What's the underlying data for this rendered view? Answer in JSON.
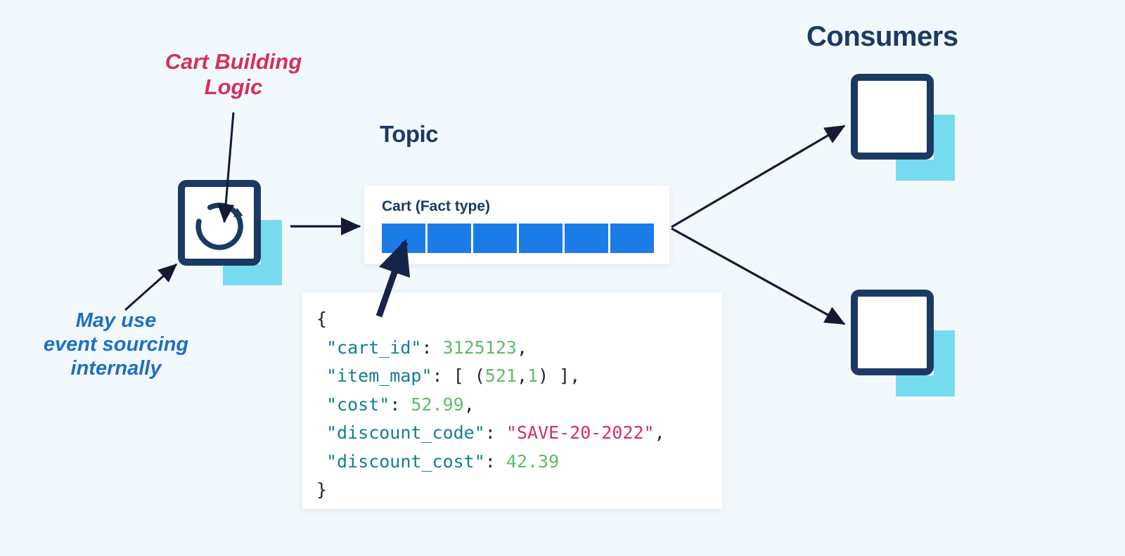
{
  "page": {
    "background_color": "#f2f9fd",
    "navy": "#1b3a63",
    "cyan_shadow": "#77dbf0",
    "partition_blue": "#1b7ce8",
    "crimson": "#d6305c",
    "blue_text": "#1f6fc4"
  },
  "labels": {
    "consumers_title": "Consumers",
    "topic_title": "Topic",
    "cart_logic_callout": "Cart Building\nLogic",
    "event_sourcing_callout": "May use\nevent sourcing\ninternally"
  },
  "producer": {
    "name": "cart-building-logic-service",
    "icon": "circular-arrow-icon"
  },
  "topic": {
    "card_label": "Cart (Fact type)",
    "partition_count": 6,
    "segments": [
      "",
      "",
      "",
      "",
      "",
      ""
    ]
  },
  "consumers": [
    {
      "name": "consumer-1"
    },
    {
      "name": "consumer-2"
    }
  ],
  "record": {
    "lines": [
      {
        "indent": 0,
        "tokens": [
          {
            "t": "{",
            "c": "punc"
          }
        ]
      },
      {
        "indent": 1,
        "tokens": [
          {
            "t": "\"cart_id\"",
            "c": "key"
          },
          {
            "t": ": ",
            "c": "punc"
          },
          {
            "t": "3125123",
            "c": "num"
          },
          {
            "t": ",",
            "c": "punc"
          }
        ]
      },
      {
        "indent": 1,
        "tokens": [
          {
            "t": "\"item_map\"",
            "c": "key"
          },
          {
            "t": ": [ (",
            "c": "punc"
          },
          {
            "t": "521",
            "c": "num"
          },
          {
            "t": ",",
            "c": "punc"
          },
          {
            "t": "1",
            "c": "num"
          },
          {
            "t": ") ],",
            "c": "punc"
          }
        ]
      },
      {
        "indent": 1,
        "tokens": [
          {
            "t": "\"cost\"",
            "c": "key"
          },
          {
            "t": ": ",
            "c": "punc"
          },
          {
            "t": "52.99",
            "c": "num"
          },
          {
            "t": ",",
            "c": "punc"
          }
        ]
      },
      {
        "indent": 1,
        "tokens": [
          {
            "t": "\"discount_code\"",
            "c": "key"
          },
          {
            "t": ": ",
            "c": "punc"
          },
          {
            "t": "\"SAVE-20-2022\"",
            "c": "str"
          },
          {
            "t": ",",
            "c": "punc"
          }
        ]
      },
      {
        "indent": 1,
        "tokens": [
          {
            "t": "\"discount_cost\"",
            "c": "key"
          },
          {
            "t": ": ",
            "c": "punc"
          },
          {
            "t": "42.39",
            "c": "num"
          }
        ]
      },
      {
        "indent": 0,
        "tokens": [
          {
            "t": "}",
            "c": "punc"
          }
        ]
      }
    ],
    "values": {
      "cart_id": "3125123",
      "item_map": "[ (521,1) ]",
      "cost": "52.99",
      "discount_code": "SAVE-20-2022",
      "discount_cost": "42.39"
    }
  },
  "connections": [
    {
      "name": "arrow-cart-logic-to-producer"
    },
    {
      "name": "arrow-event-sourcing-to-producer"
    },
    {
      "name": "arrow-producer-to-topic"
    },
    {
      "name": "arrow-record-to-partition"
    },
    {
      "name": "arrow-topic-to-consumer-1"
    },
    {
      "name": "arrow-topic-to-consumer-2"
    }
  ]
}
